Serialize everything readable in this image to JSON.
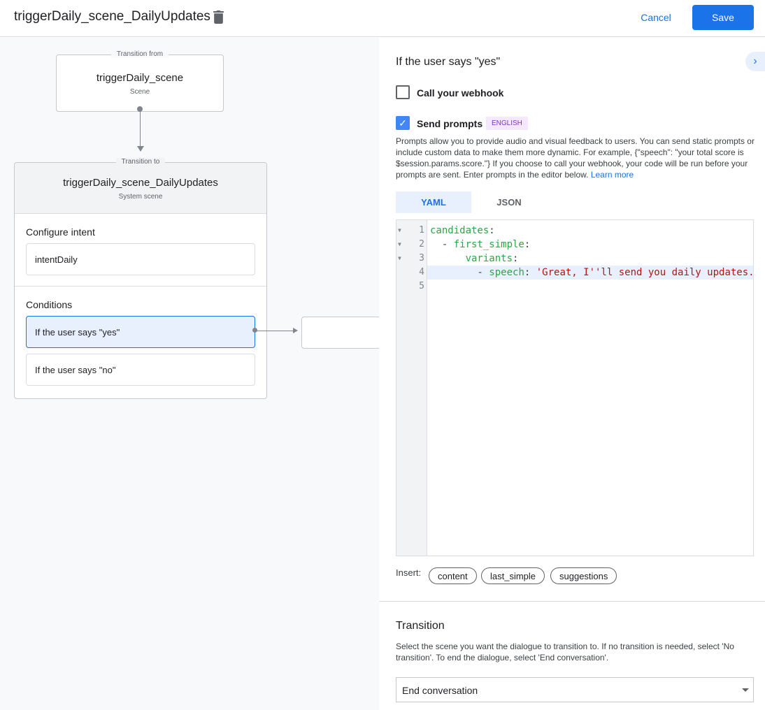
{
  "header": {
    "title": "triggerDaily_scene_DailyUpdates",
    "cancel": "Cancel",
    "save": "Save"
  },
  "canvas": {
    "from": {
      "legend": "Transition from",
      "name": "triggerDaily_scene",
      "type": "Scene"
    },
    "to": {
      "legend": "Transition to",
      "name": "triggerDaily_scene_DailyUpdates",
      "type": "System scene",
      "intent_title": "Configure intent",
      "intent": "intentDaily",
      "conditions_title": "Conditions",
      "conditions": [
        "If the user says \"yes\"",
        "If the user says \"no\""
      ]
    }
  },
  "panel": {
    "heading": "If the user says \"yes\"",
    "webhook": {
      "label": "Call your webhook",
      "checked": false
    },
    "prompts": {
      "label": "Send prompts",
      "checked": true,
      "badge": "ENGLISH"
    },
    "description": "Prompts allow you to provide audio and visual feedback to users. You can send static prompts or include custom data to make them more dynamic. For example, {\"speech\": \"your total score is $session.params.score.\"} If you choose to call your webhook, your code will be run before your prompts are sent. Enter prompts in the editor below.",
    "learn_more": "Learn more",
    "tabs": [
      "YAML",
      "JSON"
    ],
    "active_tab": "YAML",
    "code_lines": [
      "1",
      "2",
      "3",
      "4",
      "5"
    ],
    "code": {
      "l1k": "candidates",
      "l2k": "first_simple",
      "l3k": "variants",
      "l4k": "speech",
      "l4v": "'Great, I''ll send you daily updates."
    },
    "insert_label": "Insert:",
    "chips": [
      "content",
      "last_simple",
      "suggestions"
    ],
    "transition": {
      "title": "Transition",
      "description": "Select the scene you want the dialogue to transition to. If no transition is needed, select 'No transition'. To end the dialogue, select 'End conversation'.",
      "value": "End conversation"
    }
  }
}
